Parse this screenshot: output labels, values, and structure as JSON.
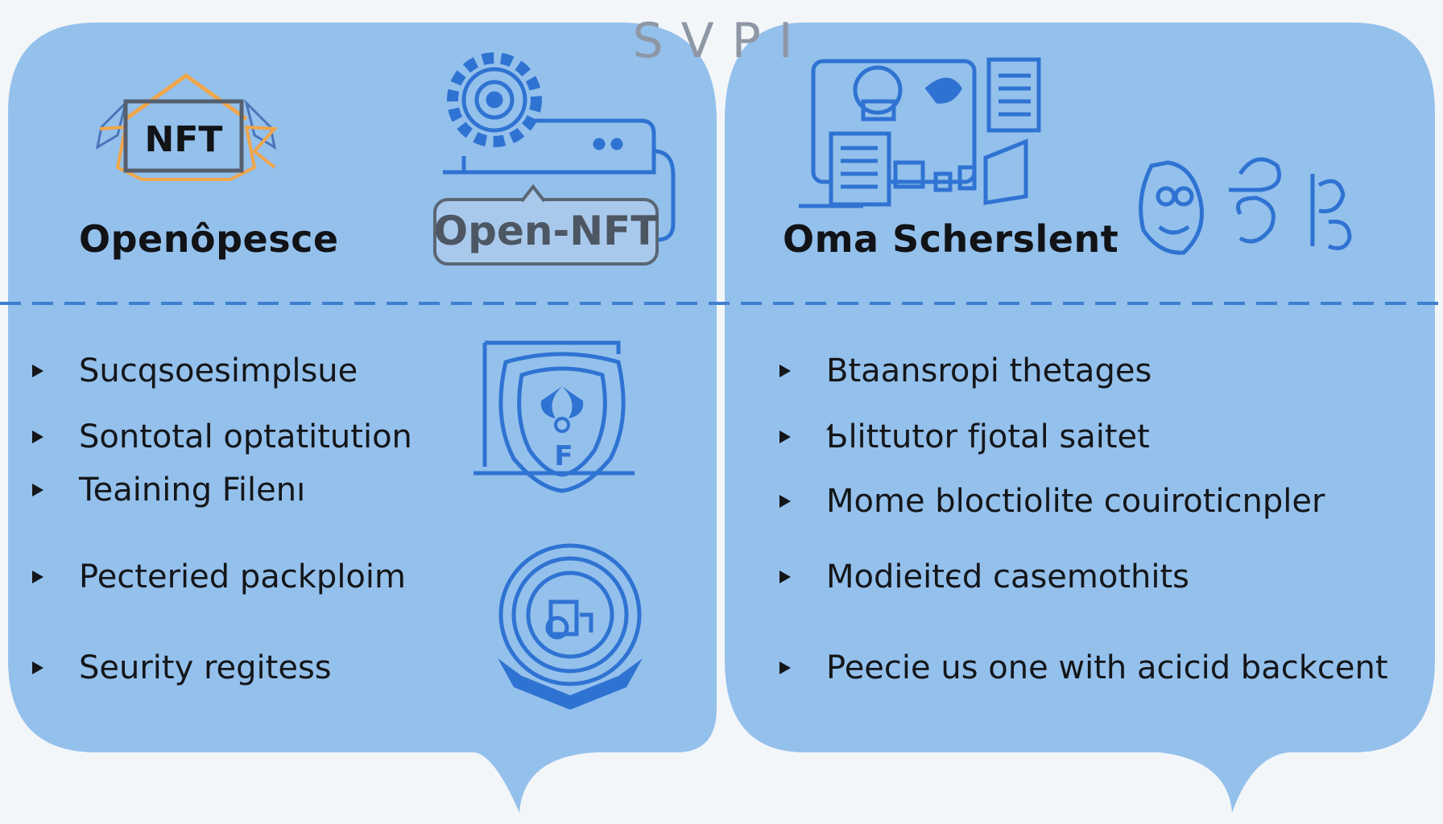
{
  "header": {
    "title": "SVPI"
  },
  "left_panel": {
    "title": "Openôpesce",
    "nft_badge": "NFT",
    "platform_badge": "Open-NFT",
    "bullets": [
      "Sucqsoesimplsue",
      "Sontotal optatitution",
      "Teaining Filenı",
      "Pecteried packploim",
      "Seurity regitess"
    ]
  },
  "right_panel": {
    "title": "Oma Scherslent",
    "bullets": [
      "Btaansropi thetages",
      "Ƅlittutor fjotal saitet",
      "Mome bloctiolite couiroticnpler",
      "Modieitєd casemothits",
      "Peecie us one with acicid backcent"
    ]
  },
  "colors": {
    "panel_fill": "#94c0ec",
    "icon_blue": "#2f73d2",
    "divider": "#3f7fd0",
    "page_bg": "#f3f6f9"
  }
}
